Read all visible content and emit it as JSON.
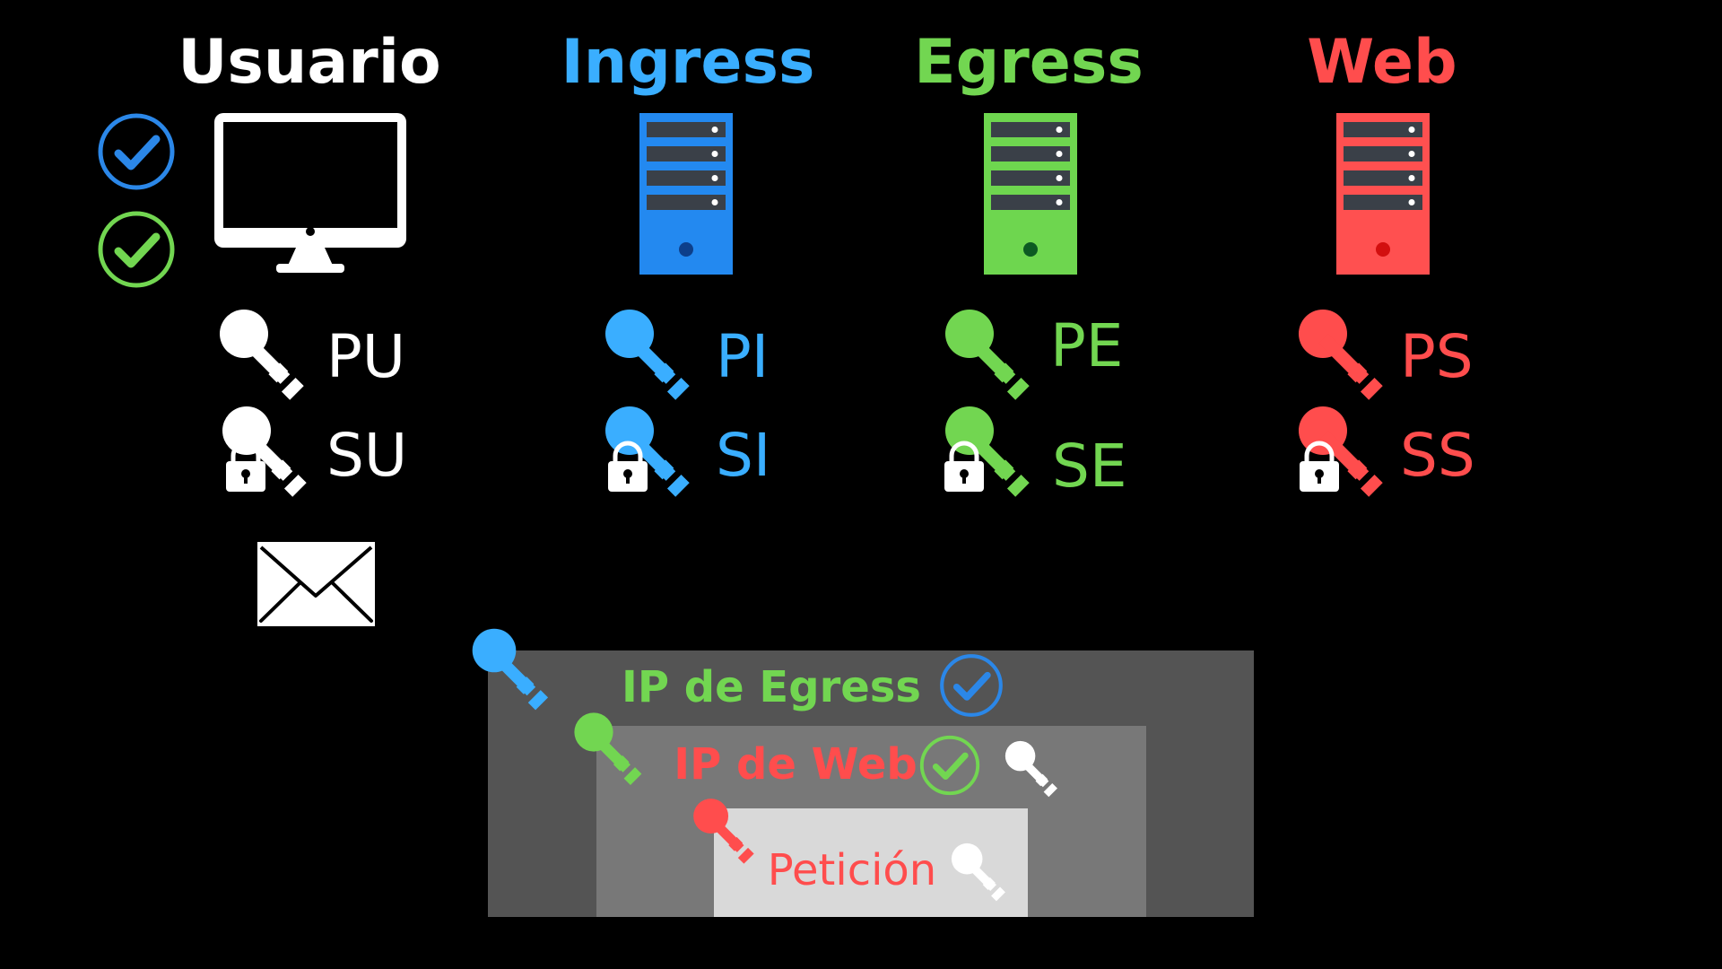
{
  "colors": {
    "background": "#000000",
    "user": "#ffffff",
    "ingress": "#3aaeff",
    "ingress_check": "#2b87e8",
    "egress": "#72d651",
    "web": "#ff4d4d",
    "server_ingress": "#2389f0",
    "server_egress": "#6ed64f",
    "server_web": "#ff5050",
    "server_slot": "#3a4048",
    "packet_outer": "#545454",
    "packet_middle": "#787878",
    "packet_inner": "#d9d9d9"
  },
  "columns": [
    {
      "id": "user",
      "title": "Usuario",
      "device_icon": "monitor-icon",
      "public_key_label": "PU",
      "secret_key_label": "SU"
    },
    {
      "id": "ingress",
      "title": "Ingress",
      "device_icon": "server-icon",
      "public_key_label": "PI",
      "secret_key_label": "SI"
    },
    {
      "id": "egress",
      "title": "Egress",
      "device_icon": "server-icon",
      "public_key_label": "PE",
      "secret_key_label": "SE"
    },
    {
      "id": "web",
      "title": "Web",
      "device_icon": "server-icon",
      "public_key_label": "PS",
      "secret_key_label": "SS"
    }
  ],
  "user_checks": [
    {
      "icon": "check-circle-icon",
      "color": "ingress_check"
    },
    {
      "icon": "check-circle-icon",
      "color": "egress"
    }
  ],
  "message_icon": "envelope-icon",
  "packet": {
    "outer_label": "IP de Egress",
    "middle_label": "IP de Web",
    "inner_label": "Petición"
  }
}
